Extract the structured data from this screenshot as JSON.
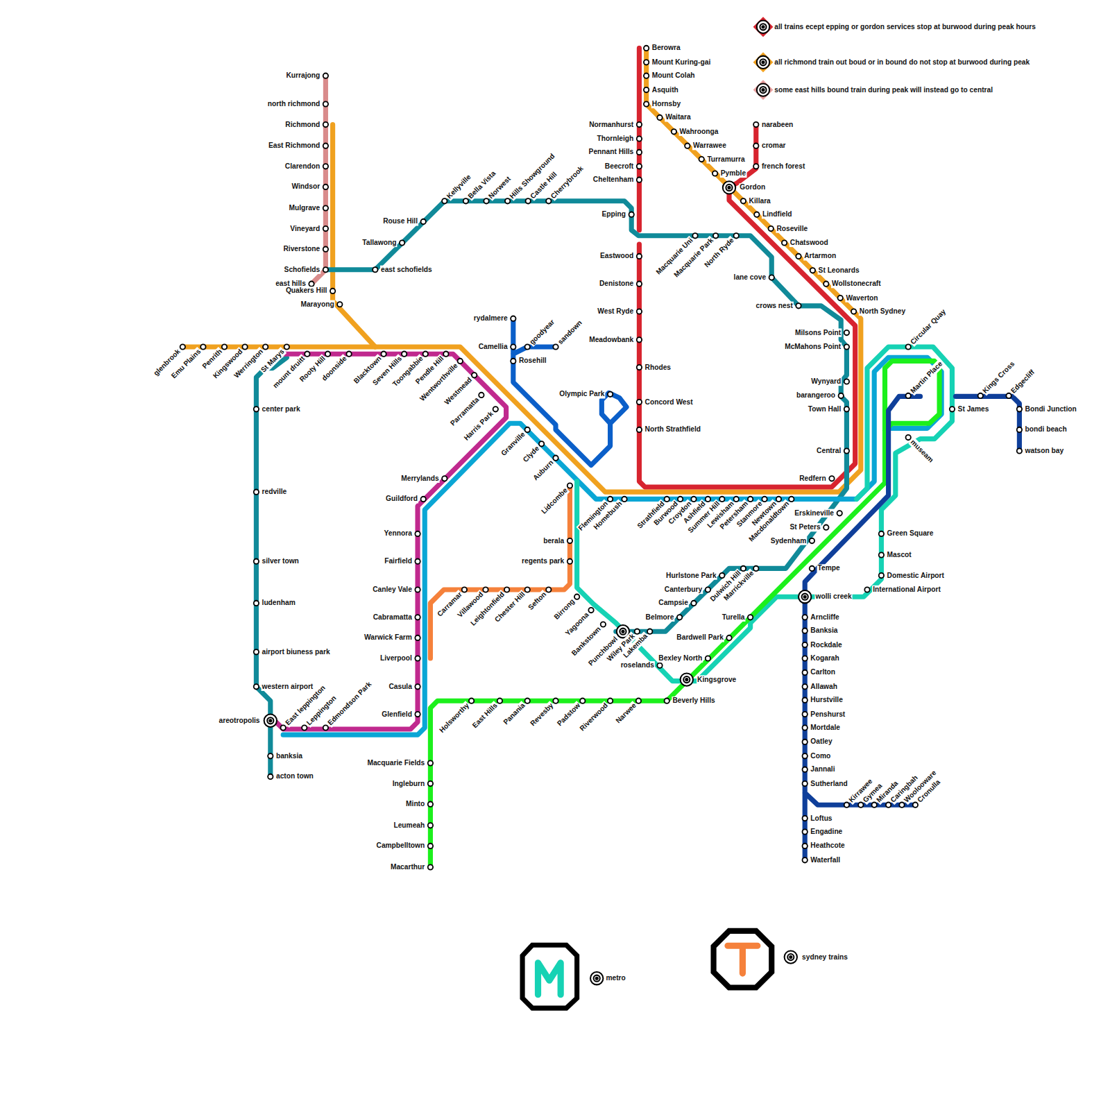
{
  "diagram": {
    "labels": [
      "Kurrajong",
      "north richmond",
      "Richmond",
      "East Richmond",
      "Clarendon",
      "Windsor",
      "Mulgrave",
      "Vineyard",
      "Riverstone",
      "Schofields",
      "east hills",
      "Quakers Hill",
      "Marayong",
      "east schofields",
      "Tallawong",
      "Rouse Hill",
      "Kellyville",
      "Bella Vista",
      "Norwest",
      "Hills Showground",
      "Castle Hill",
      "Cherrybrook",
      "Berowra",
      "Mount Kuring-gai",
      "Mount Colah",
      "Asquith",
      "Hornsby",
      "Normanhurst",
      "Thornleigh",
      "Pennant Hills",
      "Beecroft",
      "Cheltenham",
      "Waitara",
      "Wahroonga",
      "Warrawee",
      "Turramurra",
      "Pymble",
      "Gordon",
      "Killara",
      "Lindfield",
      "Roseville",
      "Chatswood",
      "Artarmon",
      "St Leonards",
      "Wollstonecraft",
      "Waverton",
      "North Sydney",
      "narabeen",
      "cromar",
      "french forest",
      "Epping",
      "Macquarie Uni",
      "Macquarie Park",
      "North Ryde",
      "Eastwood",
      "lane cove",
      "Denistone",
      "crows nest",
      "West Ryde",
      "rydalmere",
      "Milsons Point",
      "Meadowbank",
      "Camellia",
      "goodyear",
      "sandown",
      "McMahons Point",
      "Circular Quay",
      "glenbrook",
      "Emu Plains",
      "Penrith",
      "Kingswood",
      "Werrington",
      "St Marys",
      "mount druitt",
      "Rooty Hill",
      "doonside",
      "Blacktown",
      "Seven Hills",
      "Toongabbie",
      "Pendle Hill",
      "Wentworthville",
      "Rosehill",
      "Rhodes",
      "Westmead",
      "Wynyard",
      "Olympic Park",
      "Parramatta",
      "barangeroo",
      "Martin Place",
      "Kings Cross",
      "Edgecliff",
      "Concord West",
      "center park",
      "Harris Park",
      "Town Hall",
      "St James",
      "Bondi Junction",
      "North Strathfield",
      "Granville",
      "bondi beach",
      "museam",
      "Clyde",
      "Central",
      "watson bay",
      "Auburn",
      "Merrylands",
      "Redfern",
      "Lidcombe",
      "redville",
      "Guildford",
      "Flemington",
      "Homebush",
      "Strathfield",
      "Burwood",
      "Croydon",
      "Ashfield",
      "Summer Hill",
      "Lewisham",
      "Petersham",
      "Stanmore",
      "Newtown",
      "Macdonaldtown",
      "Erskineville",
      "St Peters",
      "Yennora",
      "Green Square",
      "berala",
      "Sydenham",
      "Mascot",
      "Fairfield",
      "regents park",
      "silver town",
      "Hurlstone Park",
      "Dulwich Hill",
      "Marrickville",
      "Tempe",
      "Domestic Airport",
      "Canley Vale",
      "Carramar",
      "Villawood",
      "Leightonfield",
      "Chester Hill",
      "Sefton",
      "Canterbury",
      "International Airport",
      "Birrong",
      "wolli creek",
      "ludenham",
      "Yagoona",
      "Campsie",
      "Cabramatta",
      "Turella",
      "Belmore",
      "Arncliffe",
      "Bankstown",
      "Punchbowl",
      "Wiley Park",
      "Lakemba",
      "Banksia",
      "Warwick Farm",
      "Bardwell Park",
      "Rockdale",
      "airport biuness park",
      "Liverpool",
      "Bexley North",
      "Kogarah",
      "roselands",
      "Carlton",
      "Kingsgrove",
      "Casula",
      "western airport",
      "Allawah",
      "Holsworthy",
      "East Hills",
      "Panania",
      "Revesby",
      "Padstow",
      "Riverwood",
      "Narwee",
      "Beverly Hills",
      "Hurstville",
      "Glenfield",
      "Penshurst",
      "areotropolis",
      "East leppington",
      "Leppington",
      "Edmondson Park",
      "Mortdale",
      "Oatley",
      "banksia",
      "Como",
      "Macquarie Fields",
      "Jannali",
      "acton town",
      "Sutherland",
      "Ingleburn",
      "Minto",
      "Kirrawee",
      "Gymea",
      "Miranda",
      "Caringbah",
      "Woolooware",
      "Cronulla",
      "Loftus",
      "Leumeah",
      "Engadine",
      "Campbelltown",
      "Heathcote",
      "Macarthur",
      "Waterfall"
    ],
    "legend": [
      {
        "text": "all trains ecept epping or gordon services stop at burwood during peak hours"
      },
      {
        "text": "all richmond train out boud or in bound do not stop at burwood during peak"
      },
      {
        "text": "some east hills bound train during peak will instead go to central"
      },
      {
        "text": "metro"
      },
      {
        "text": "sydney trains"
      }
    ]
  }
}
